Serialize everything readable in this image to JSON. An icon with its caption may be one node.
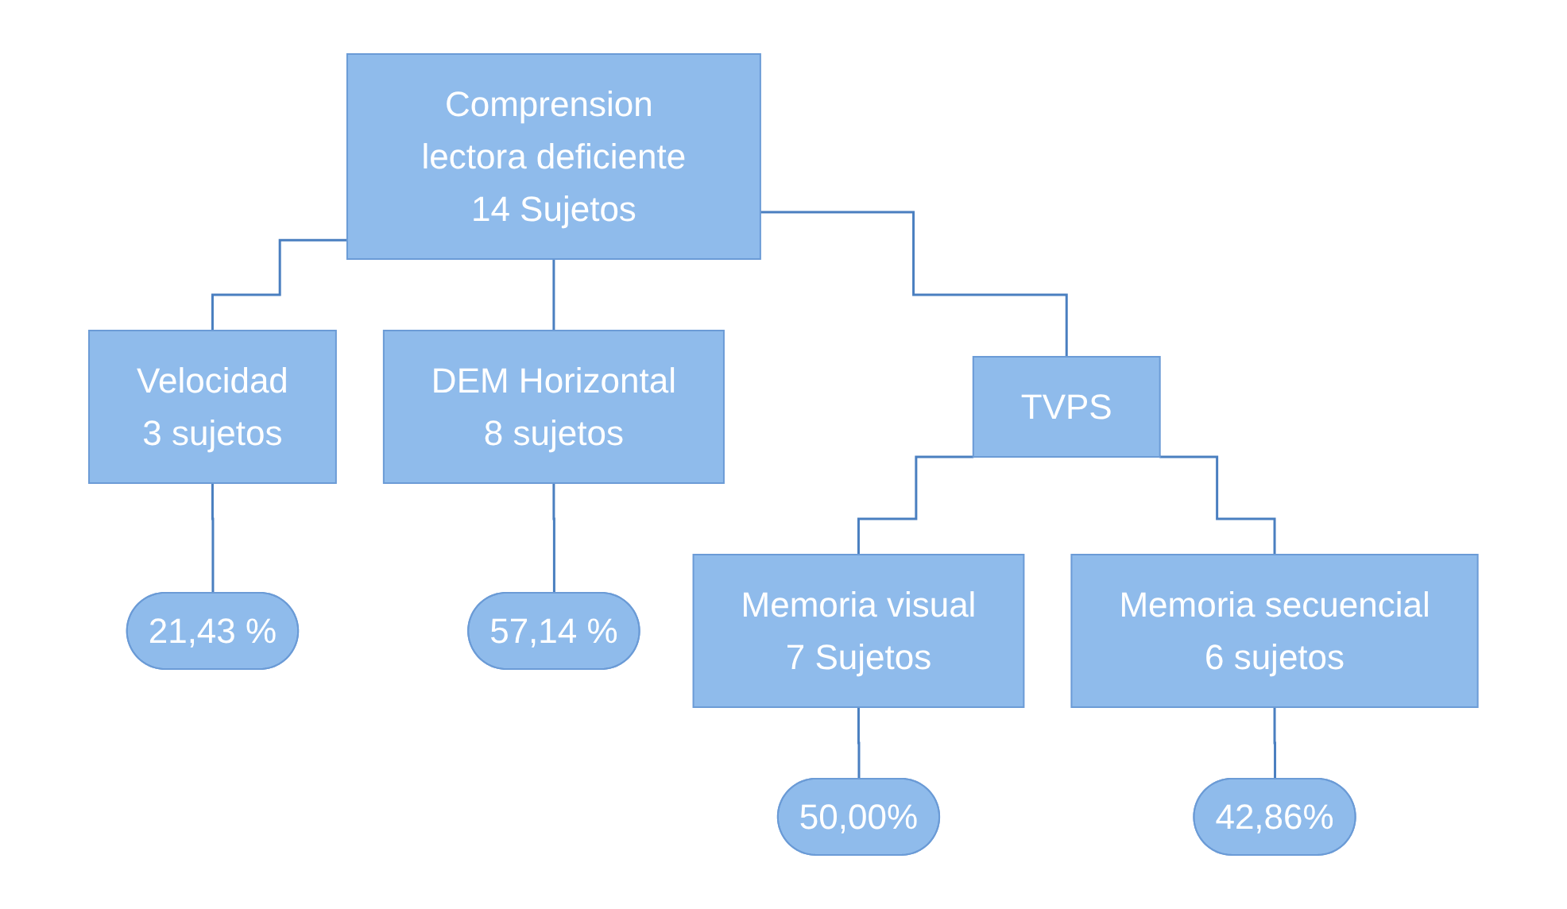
{
  "diagram": {
    "nodes": [
      {
        "text": [
          "Comprension lectora deficiente",
          "14 Sujetos"
        ]
      },
      {
        "text": [
          "Velocidad",
          "3 sujetos"
        ]
      },
      {
        "text": [
          "DEM Horizontal",
          "8 sujetos"
        ]
      },
      {
        "text": [
          "TVPS"
        ]
      },
      {
        "text": [
          "21,43 %"
        ]
      },
      {
        "text": [
          "57,14 %"
        ]
      },
      {
        "text": [
          "Memoria visual",
          "7 Sujetos"
        ]
      },
      {
        "text": [
          "Memoria secuencial",
          "6 sujetos"
        ]
      },
      {
        "text": [
          "50,00%"
        ]
      },
      {
        "text": [
          "42,86%"
        ]
      }
    ],
    "edges": [
      {
        "from": 0,
        "to": 1,
        "arrow": "none"
      },
      {
        "from": 0,
        "to": 2,
        "arrow": "none"
      },
      {
        "from": 0,
        "to": 3,
        "arrow": "none"
      },
      {
        "from": 1,
        "to": 4,
        "arrow": "none"
      },
      {
        "from": 2,
        "to": 5,
        "arrow": "none"
      },
      {
        "from": 3,
        "to": 6,
        "arrow": "none"
      },
      {
        "from": 3,
        "to": 7,
        "arrow": "none"
      },
      {
        "from": 6,
        "to": 8,
        "arrow": "none"
      },
      {
        "from": 7,
        "to": 9,
        "arrow": "none"
      }
    ]
  }
}
